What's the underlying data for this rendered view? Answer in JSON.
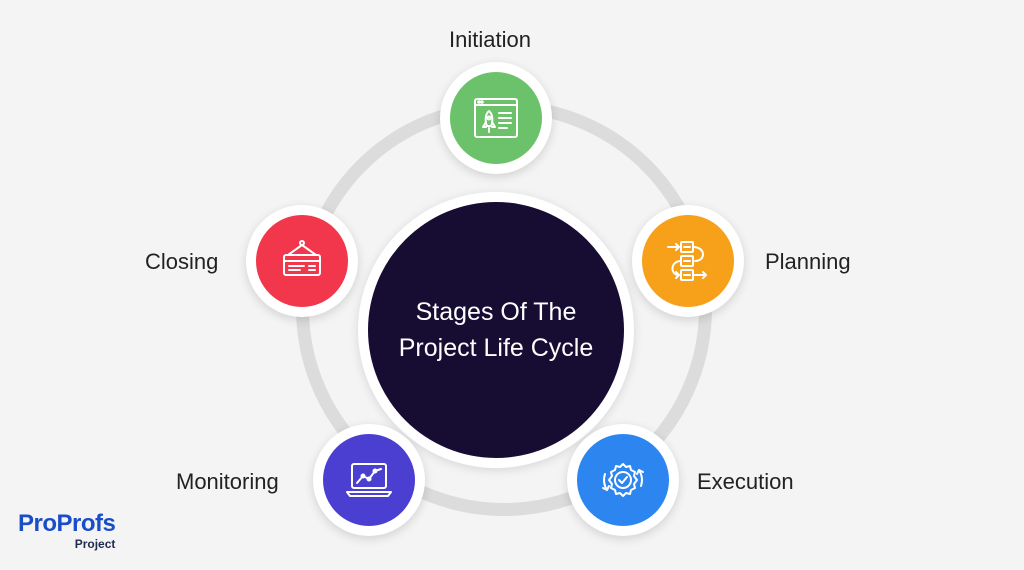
{
  "center": {
    "title": "Stages Of The Project Life Cycle"
  },
  "stages": [
    {
      "label": "Initiation",
      "icon": "rocket-document-icon",
      "color": "#6cc26a"
    },
    {
      "label": "Planning",
      "icon": "process-flow-icon",
      "color": "#f7a11a"
    },
    {
      "label": "Execution",
      "icon": "gear-check-icon",
      "color": "#2d86f0"
    },
    {
      "label": "Monitoring",
      "icon": "line-chart-laptop-icon",
      "color": "#4a3fd1"
    },
    {
      "label": "Closing",
      "icon": "hanging-sign-icon",
      "color": "#f2364c"
    }
  ],
  "colors": {
    "ring": "#dcdcdd",
    "center": "#170d33",
    "background": "#f4f4f5"
  },
  "logo": {
    "part1": "Pro",
    "part2": "Profs",
    "sub": "Project"
  }
}
